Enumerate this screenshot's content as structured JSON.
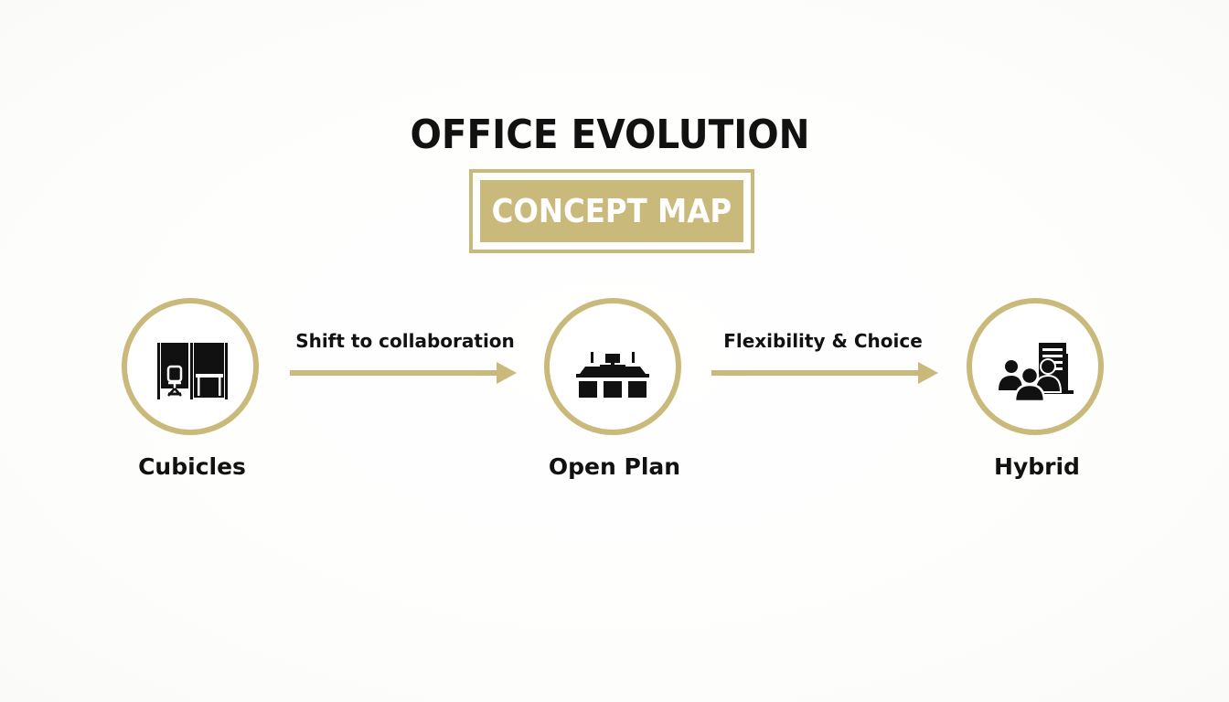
{
  "title": "OFFICE EVOLUTION",
  "subtitle": "CONCEPT MAP",
  "colors": {
    "accent": "#c9b97a",
    "text": "#111111",
    "background": "#ffffff"
  },
  "nodes": [
    {
      "label": "Cubicles",
      "icon": "cubicle-icon"
    },
    {
      "label": "Open Plan",
      "icon": "open-desks-icon"
    },
    {
      "label": "Hybrid",
      "icon": "people-building-icon"
    }
  ],
  "edges": [
    {
      "label": "Shift to collaboration"
    },
    {
      "label": "Flexibility & Choice"
    }
  ]
}
